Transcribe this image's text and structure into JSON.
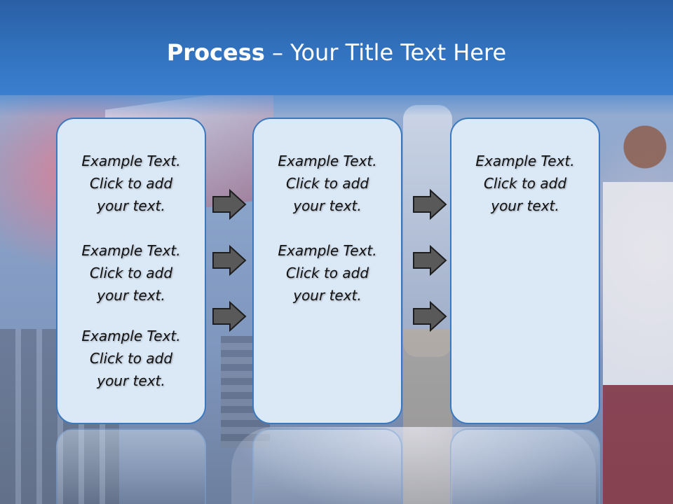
{
  "slide": {
    "title_bold": "Process",
    "title_rest": " – Your Title Text Here"
  },
  "columns": [
    {
      "blocks": [
        [
          "Example Text.",
          "Click  to add",
          "your text."
        ],
        [
          "Example Text.",
          "Click  to add",
          "your text."
        ],
        [
          "Example Text.",
          "Click  to add",
          "your text."
        ]
      ]
    },
    {
      "blocks": [
        [
          "Example Text.",
          "Click  to add",
          "your text."
        ],
        [
          "Example Text.",
          "Click  to add",
          "your text."
        ]
      ]
    },
    {
      "blocks": [
        [
          "Example Text.",
          "Click  to add",
          "your text."
        ]
      ]
    }
  ],
  "arrow_icon": "right-arrow-icon",
  "colors": {
    "title_bar": "#3374c1",
    "box_fill": "#dbe8f6",
    "box_border": "#3a78c0",
    "arrow_fill": "#595959"
  }
}
